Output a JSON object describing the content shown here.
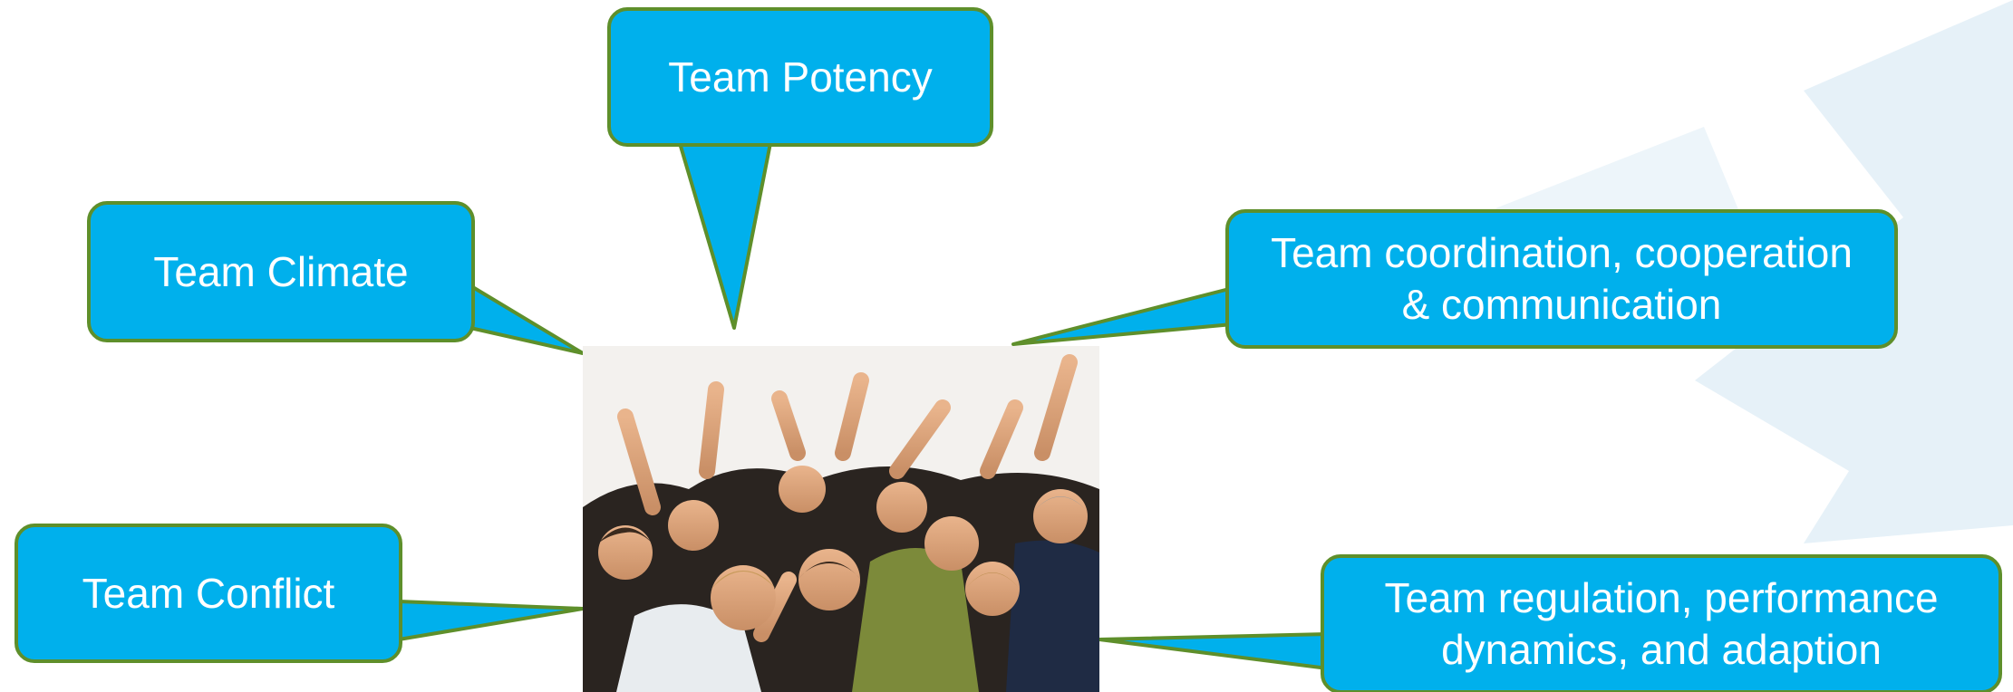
{
  "callouts": {
    "potency": "Team Potency",
    "climate": "Team Climate",
    "conflict": "Team Conflict",
    "coordination_line1": "Team coordination, cooperation",
    "coordination_line2": "& communication",
    "regulation_line1": "Team regulation, performance",
    "regulation_line2": "dynamics, and adaption"
  },
  "center_image": {
    "subject": "group of cheering people with raised arms"
  },
  "colors": {
    "bubble_fill": "#00b0ec",
    "bubble_border": "#5e8f2b",
    "text": "#ffffff",
    "background_watermark": "#e6f1f8"
  }
}
